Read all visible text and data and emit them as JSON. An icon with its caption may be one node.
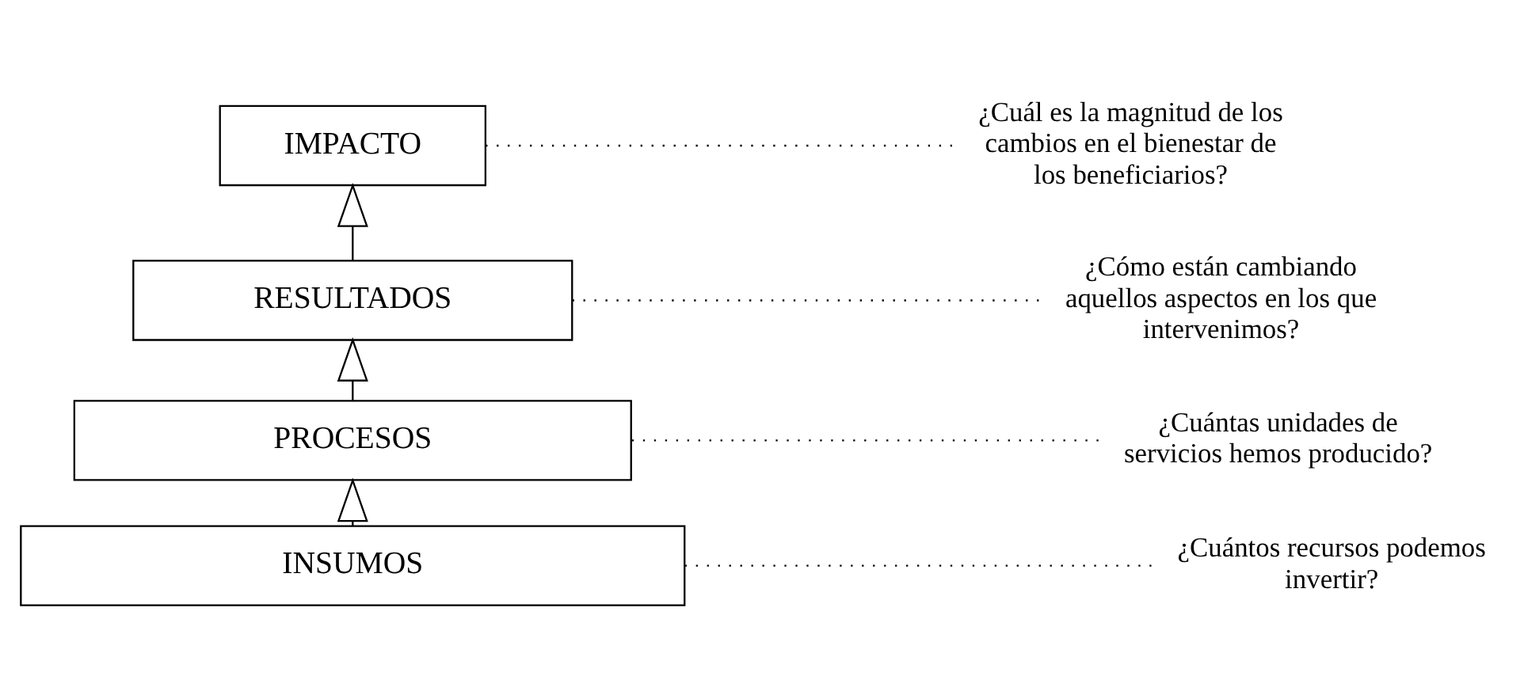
{
  "diagram": {
    "nodes": [
      {
        "text": [
          "IMPACTO"
        ]
      },
      {
        "text": [
          "RESULTADOS"
        ]
      },
      {
        "text": [
          "PROCESOS"
        ]
      },
      {
        "text": [
          "INSUMOS"
        ]
      },
      {
        "text": [
          "¿Cuál es la magnitud de los cambios en el bienestar de los beneficiarios?"
        ]
      },
      {
        "text": [
          "¿Cómo están cambiando aquellos aspectos en los que intervenimos?"
        ]
      },
      {
        "text": [
          "¿Cuántas unidades de servicios hemos producido?"
        ]
      },
      {
        "text": [
          "¿Cuántos recursos podemos invertir?"
        ]
      }
    ],
    "edges": [
      {
        "from": 3,
        "to": 2,
        "arrow": "to"
      },
      {
        "from": 2,
        "to": 1,
        "arrow": "to"
      },
      {
        "from": 1,
        "to": 0,
        "arrow": "to"
      },
      {
        "from": 0,
        "to": 4,
        "arrow": "none",
        "style": "dashed"
      },
      {
        "from": 1,
        "to": 5,
        "arrow": "none",
        "style": "dashed"
      },
      {
        "from": 2,
        "to": 6,
        "arrow": "none",
        "style": "dashed"
      },
      {
        "from": 3,
        "to": 7,
        "arrow": "none",
        "style": "dashed"
      }
    ]
  }
}
